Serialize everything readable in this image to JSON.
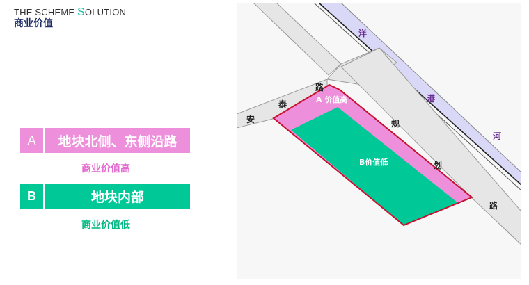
{
  "header": {
    "title_p1": "THE SCHEME ",
    "title_s": "S",
    "title_p2": "OLUTION",
    "subtitle": "商业价值"
  },
  "legend": {
    "a": {
      "letter": "A",
      "label": "地块北侧、东侧沿路",
      "caption": "商业价值高",
      "color": "#ee8fdc"
    },
    "b": {
      "letter": "B",
      "label": "地块内部",
      "caption": "商业价值低",
      "color": "#00c896"
    }
  },
  "map": {
    "river_chars": [
      "洋",
      "港",
      "河"
    ],
    "road_west_chars": [
      "安",
      "泰",
      "路"
    ],
    "road_east_chars": [
      "规",
      "划",
      "路"
    ],
    "zone_a_label": "A 价值高",
    "zone_b_label": "B价值低",
    "colors": {
      "zone_a": "#ee8fdc",
      "zone_b": "#00c896",
      "boundary": "#c8102e",
      "river": "#d9d9f7",
      "road": "#e6e6e6",
      "river_text": "#6a2c91"
    }
  }
}
